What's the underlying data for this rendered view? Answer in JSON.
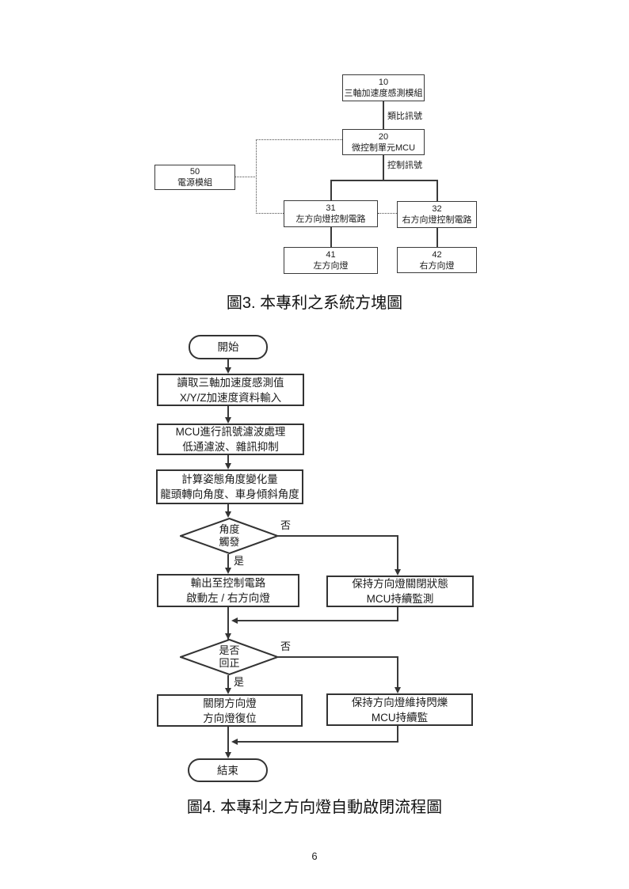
{
  "page": {
    "number": "6"
  },
  "figure3": {
    "caption": "圖3. 本專利之系統方塊圖",
    "blocks": {
      "sensor": {
        "num": "10",
        "label": "三軸加速度感測模組"
      },
      "mcu": {
        "num": "20",
        "label": "微控制單元MCU"
      },
      "power": {
        "num": "50",
        "label": "電源模組"
      },
      "left_ctrl": {
        "num": "31",
        "label": "左方向燈控制電路"
      },
      "right_ctrl": {
        "num": "32",
        "label": "右方向燈控制電路"
      },
      "left_lamp": {
        "num": "41",
        "label": "左方向燈"
      },
      "right_lamp": {
        "num": "42",
        "label": "右方向燈"
      }
    },
    "edge_labels": {
      "analog_signal": "類比訊號",
      "control_signal": "控制訊號"
    }
  },
  "figure4": {
    "caption": "圖4. 本專利之方向燈自動啟閉流程圖",
    "start": "開始",
    "end": "結束",
    "yes": "是",
    "no": "否",
    "steps": {
      "read": {
        "line1": "讀取三軸加速度感測值",
        "line2": "X/Y/Z加速度資料輸入"
      },
      "filter": {
        "line1": "MCU進行訊號濾波處理",
        "line2": "低通濾波、雜訊抑制"
      },
      "compute": {
        "line1": "計算姿態角度變化量",
        "line2": "龍頭轉向角度、車身傾斜角度"
      },
      "decision_trigger": {
        "line1": "角度",
        "line2": "觸發"
      },
      "activate": {
        "line1": "輸出至控制電路",
        "line2": "啟動左 / 右方向燈"
      },
      "keep_off": {
        "line1": "保持方向燈關閉狀態",
        "line2": "MCU持續監測"
      },
      "decision_return": {
        "line1": "是否",
        "line2": "回正"
      },
      "turn_off": {
        "line1": "關閉方向燈",
        "line2": "方向燈復位"
      },
      "keep_blink": {
        "line1": "保持方向燈維持閃爍",
        "line2": "MCU持續監"
      }
    }
  },
  "colors": {
    "line": "#3a3a3a",
    "text": "#1a1a1a",
    "background": "#ffffff"
  }
}
